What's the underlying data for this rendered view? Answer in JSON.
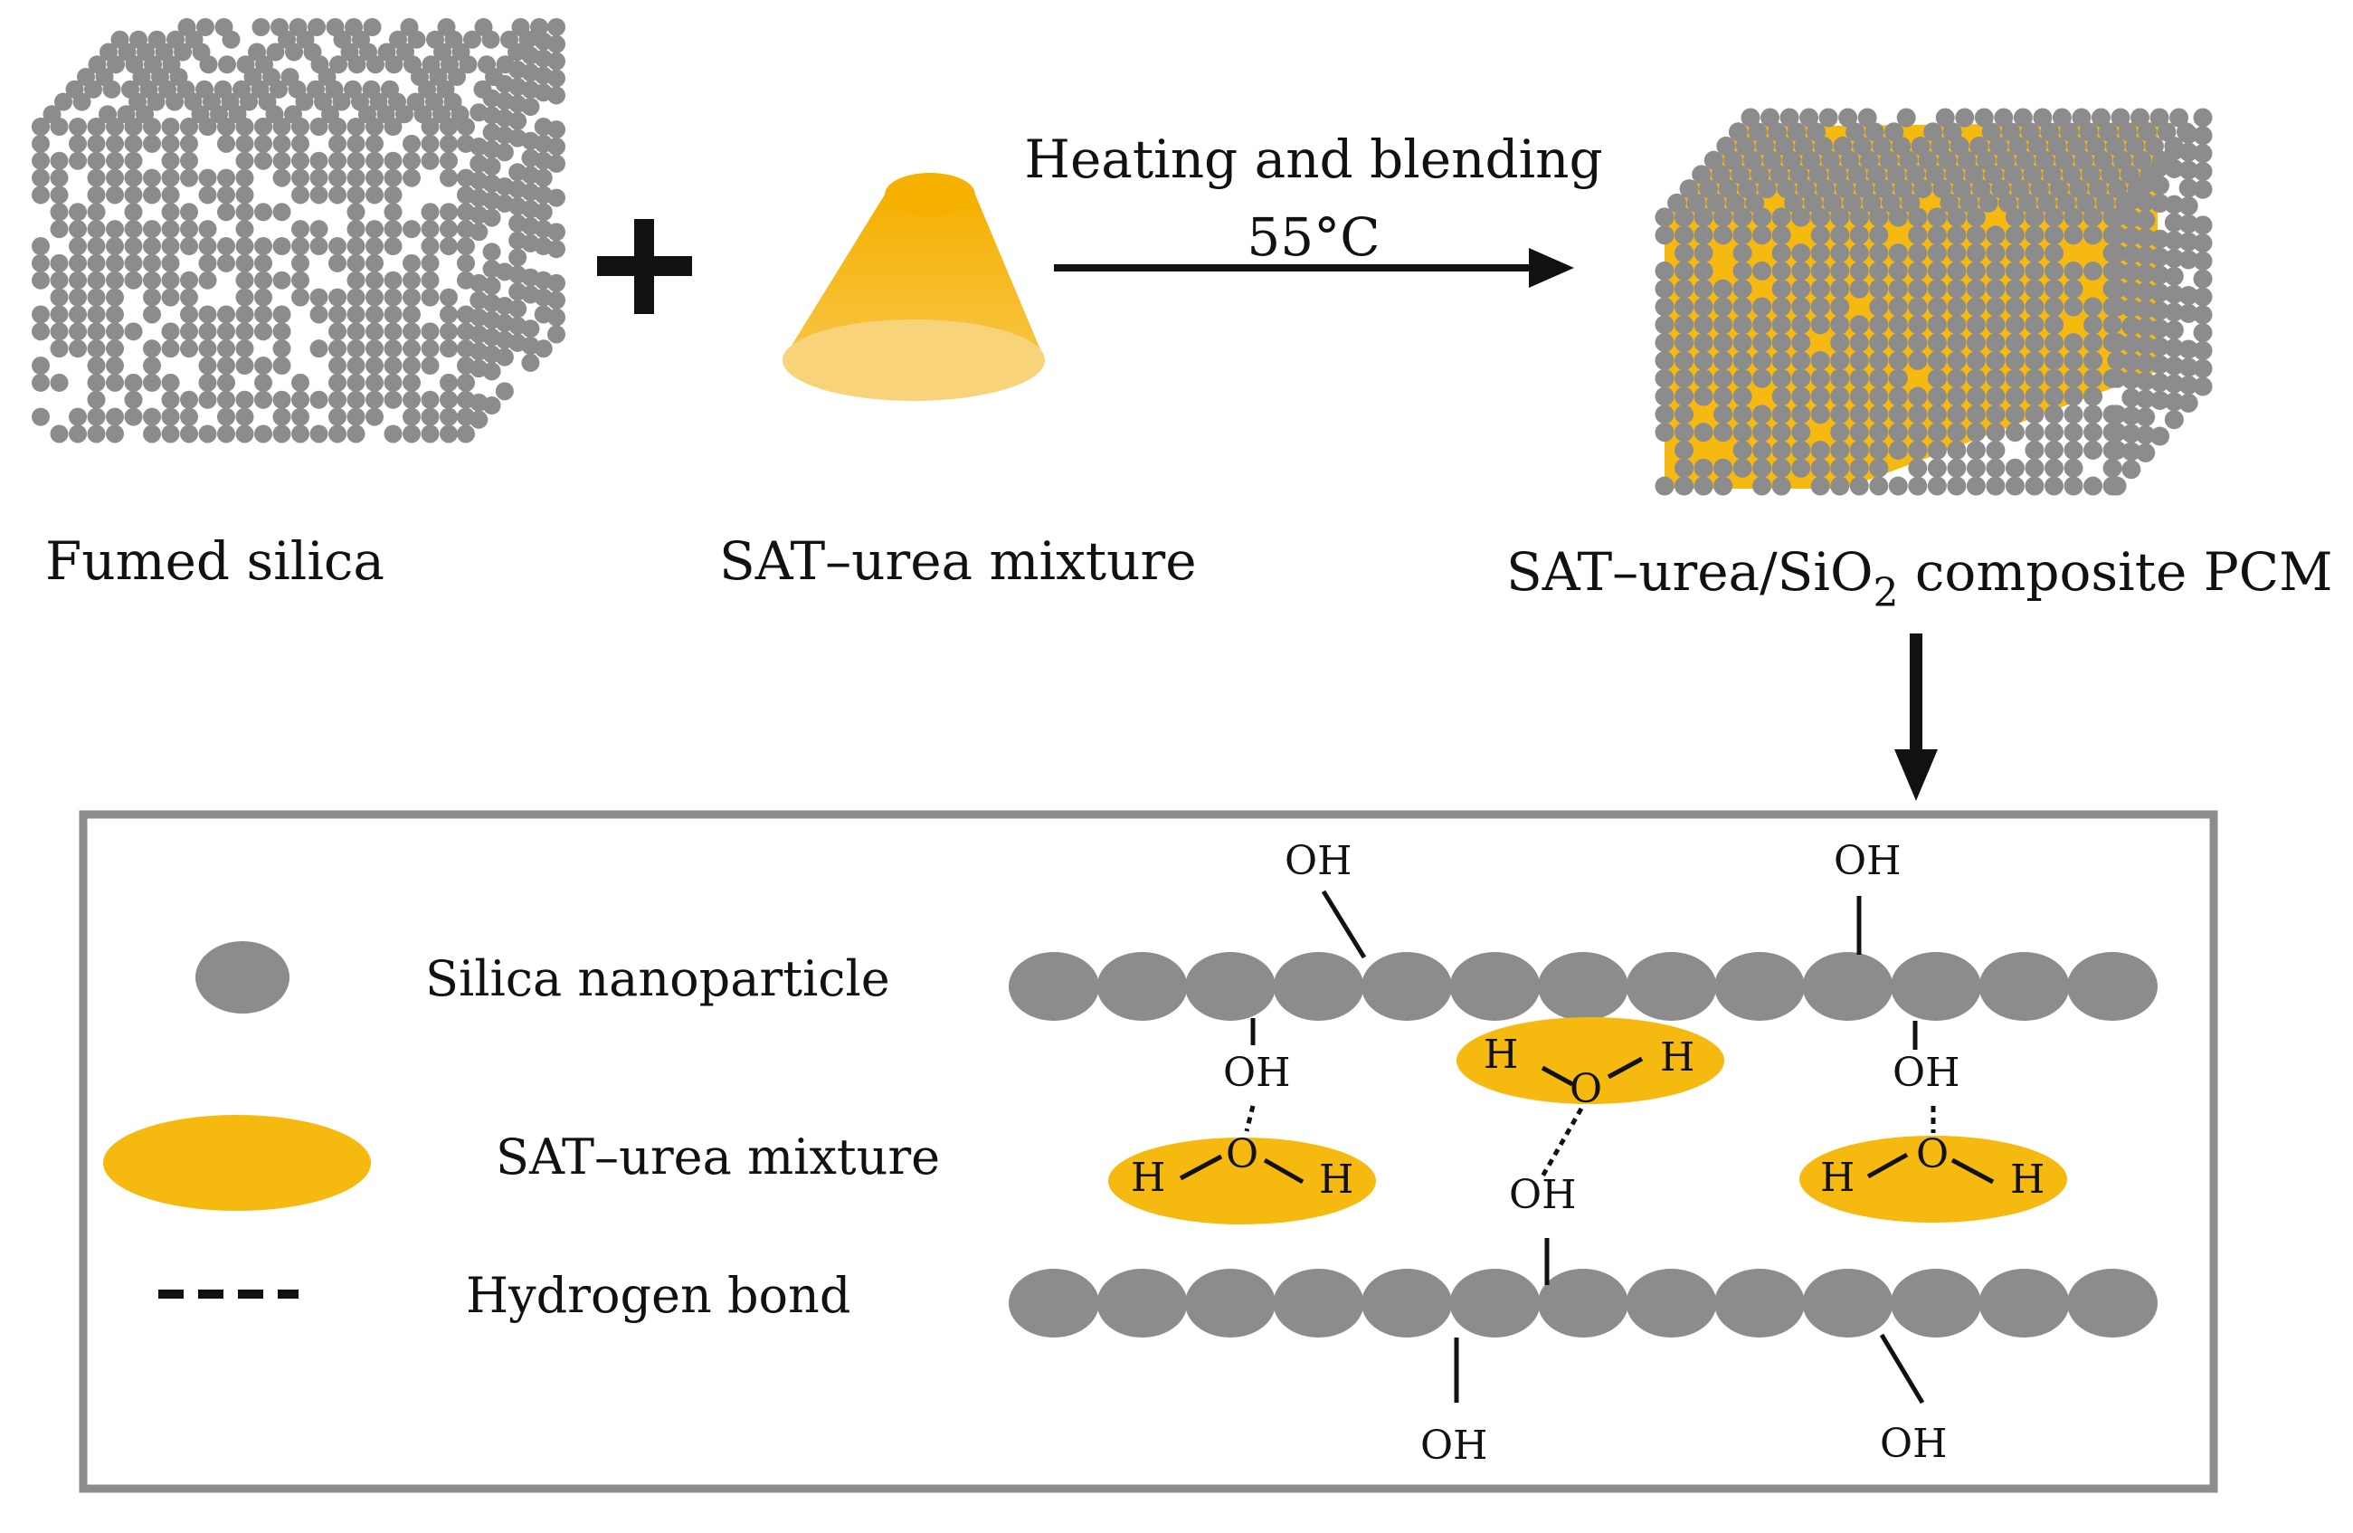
{
  "top": {
    "fumed_silica_label": "Fumed silica",
    "sat_urea_label": "SAT–urea mixture",
    "process_line1": "Heating and blending",
    "process_line2": "55°C",
    "composite_label_pre": "SAT–urea/SiO",
    "composite_label_sub": "2",
    "composite_label_post": " composite PCM"
  },
  "legend": {
    "items": [
      {
        "icon": "silica-nanoparticle-icon",
        "label": "Silica nanoparticle"
      },
      {
        "icon": "sat-urea-ellipse-icon",
        "label": "SAT–urea mixture"
      },
      {
        "icon": "hydrogen-bond-dashed-line-icon",
        "label": "Hydrogen bond"
      }
    ]
  },
  "mechanism": {
    "oh_label": "OH",
    "h_label": "H",
    "o_label": "O"
  },
  "colors": {
    "silica_grey": "#8c8c8c",
    "sat_orange": "#f5b90f",
    "cone_orange": "#f7b928",
    "frame_grey": "#8c8c8c",
    "text": "#111111"
  }
}
